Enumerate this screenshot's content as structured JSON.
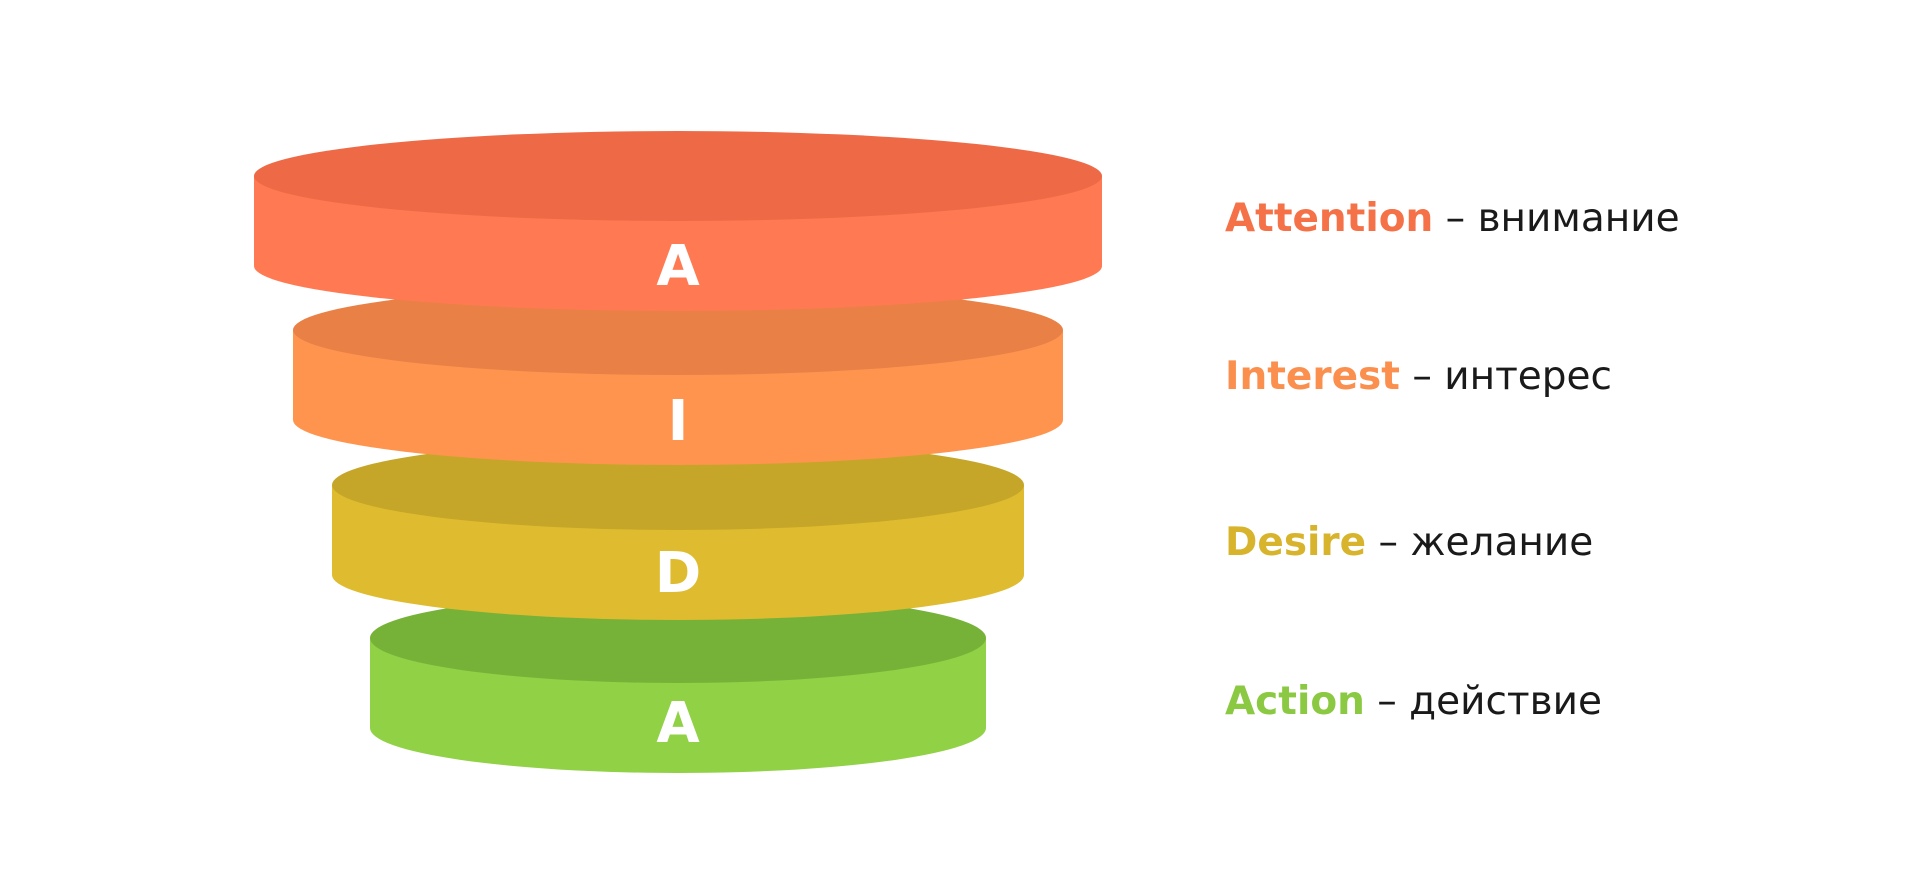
{
  "stages": [
    {
      "letter": "A",
      "term": "Attention",
      "translation": "– внимание",
      "side_color": "#ff7a52",
      "top_color": "#ee6a47",
      "text_color": "#f57147"
    },
    {
      "letter": "I",
      "term": "Interest",
      "translation": "– интерес",
      "side_color": "#ff944f",
      "top_color": "#e98045",
      "text_color": "#fb8f4e"
    },
    {
      "letter": "D",
      "term": "Desire",
      "translation": "– желание",
      "side_color": "#dfbc2f",
      "top_color": "#c6a628",
      "text_color": "#d7b42c"
    },
    {
      "letter": "A",
      "term": "Action",
      "translation": "– действие",
      "side_color": "#90d146",
      "top_color": "#76b238",
      "text_color": "#8bc943"
    }
  ]
}
